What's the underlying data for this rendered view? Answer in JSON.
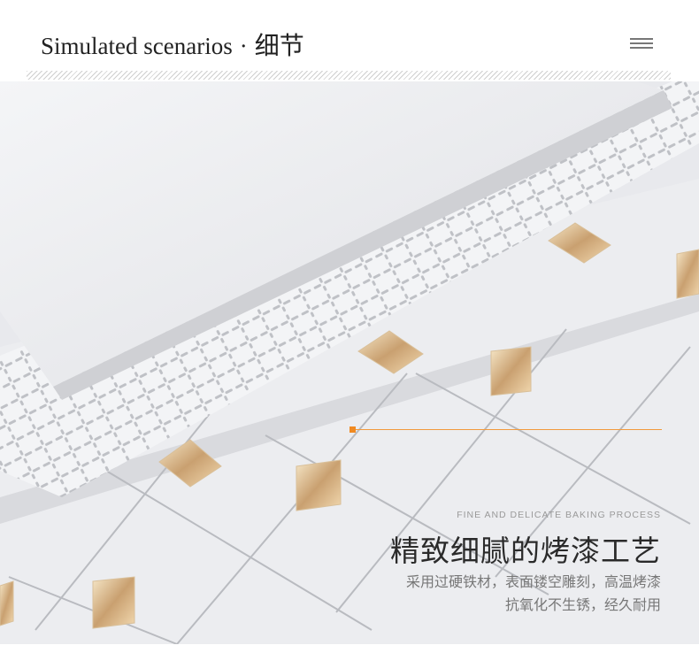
{
  "header": {
    "title_en": "Simulated scenarios",
    "separator": "·",
    "title_cn": "细节",
    "menu_icon": "menu-icon"
  },
  "feature": {
    "subtitle_en": "FINE AND DELICATE BAKING PROCESS",
    "headline": "精致细腻的烤漆工艺",
    "desc_line1": "采用过硬铁材，表面镂空雕刻，高温烤漆",
    "desc_line2": "抗氧化不生锈，经久耐用"
  },
  "colors": {
    "accent": "#f08a22",
    "text_dark": "#2a2a2a",
    "text_muted": "#777777"
  }
}
